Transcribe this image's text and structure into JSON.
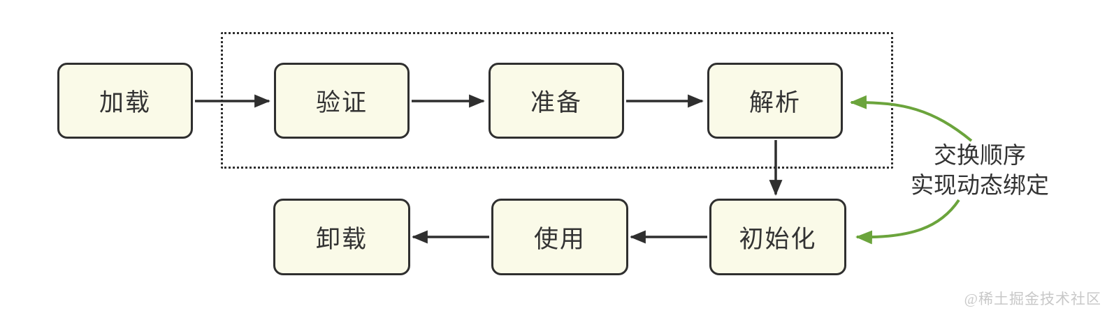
{
  "diagram": {
    "description": "class-loading lifecycle flowchart",
    "nodes": {
      "load": "加载",
      "verify": "验证",
      "prepare": "准备",
      "resolve": "解析",
      "initialize": "初始化",
      "use": "使用",
      "unload": "卸载"
    },
    "flow": {
      "top_row_order": [
        "加载",
        "验证",
        "准备",
        "解析"
      ],
      "bottom_row_order": [
        "初始化",
        "使用",
        "卸载"
      ],
      "dotted_group_members": [
        "验证",
        "准备",
        "解析"
      ]
    },
    "annotation": {
      "line1": "交换顺序",
      "line2": "实现动态绑定",
      "points_to": [
        "解析",
        "初始化"
      ]
    },
    "watermark": "@稀土掘金技术社区",
    "colors": {
      "node_fill": "#fafae8",
      "node_border": "#2f2f2f",
      "arrow": "#2f2f2f",
      "annotation_arrow": "#6ba43c",
      "watermark": "#c8c8c8"
    }
  }
}
